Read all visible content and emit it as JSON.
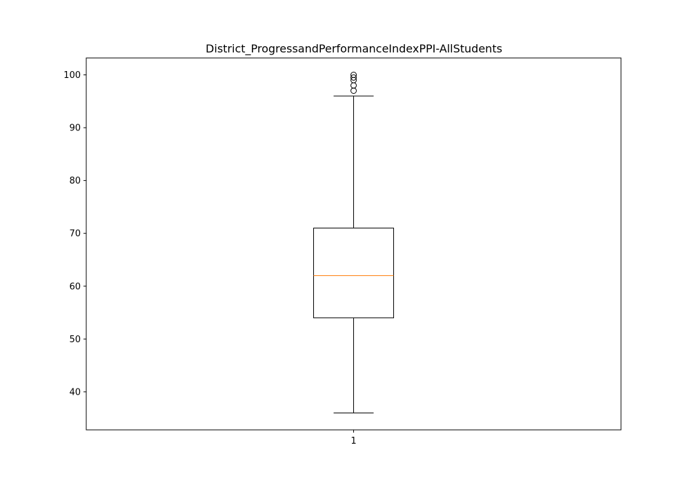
{
  "chart_data": {
    "type": "box",
    "title": "District_ProgressandPerformanceIndexPPI-AllStudents",
    "xlabel": "",
    "ylabel": "",
    "categories": [
      "1"
    ],
    "boxes": [
      {
        "category": "1",
        "whisker_low": 36,
        "q1": 54,
        "median": 62,
        "q3": 71,
        "whisker_high": 96,
        "outliers": [
          97,
          98,
          99,
          99.5,
          100
        ]
      }
    ],
    "ylim": [
      32.8,
      103.2
    ],
    "yticks": [
      40,
      50,
      60,
      70,
      80,
      90,
      100
    ],
    "grid": false,
    "colors": {
      "box": "#000000",
      "median": "#ff7f0e",
      "whisker": "#000000",
      "outlier": "#000000",
      "axes": "#000000",
      "background": "#ffffff"
    }
  }
}
